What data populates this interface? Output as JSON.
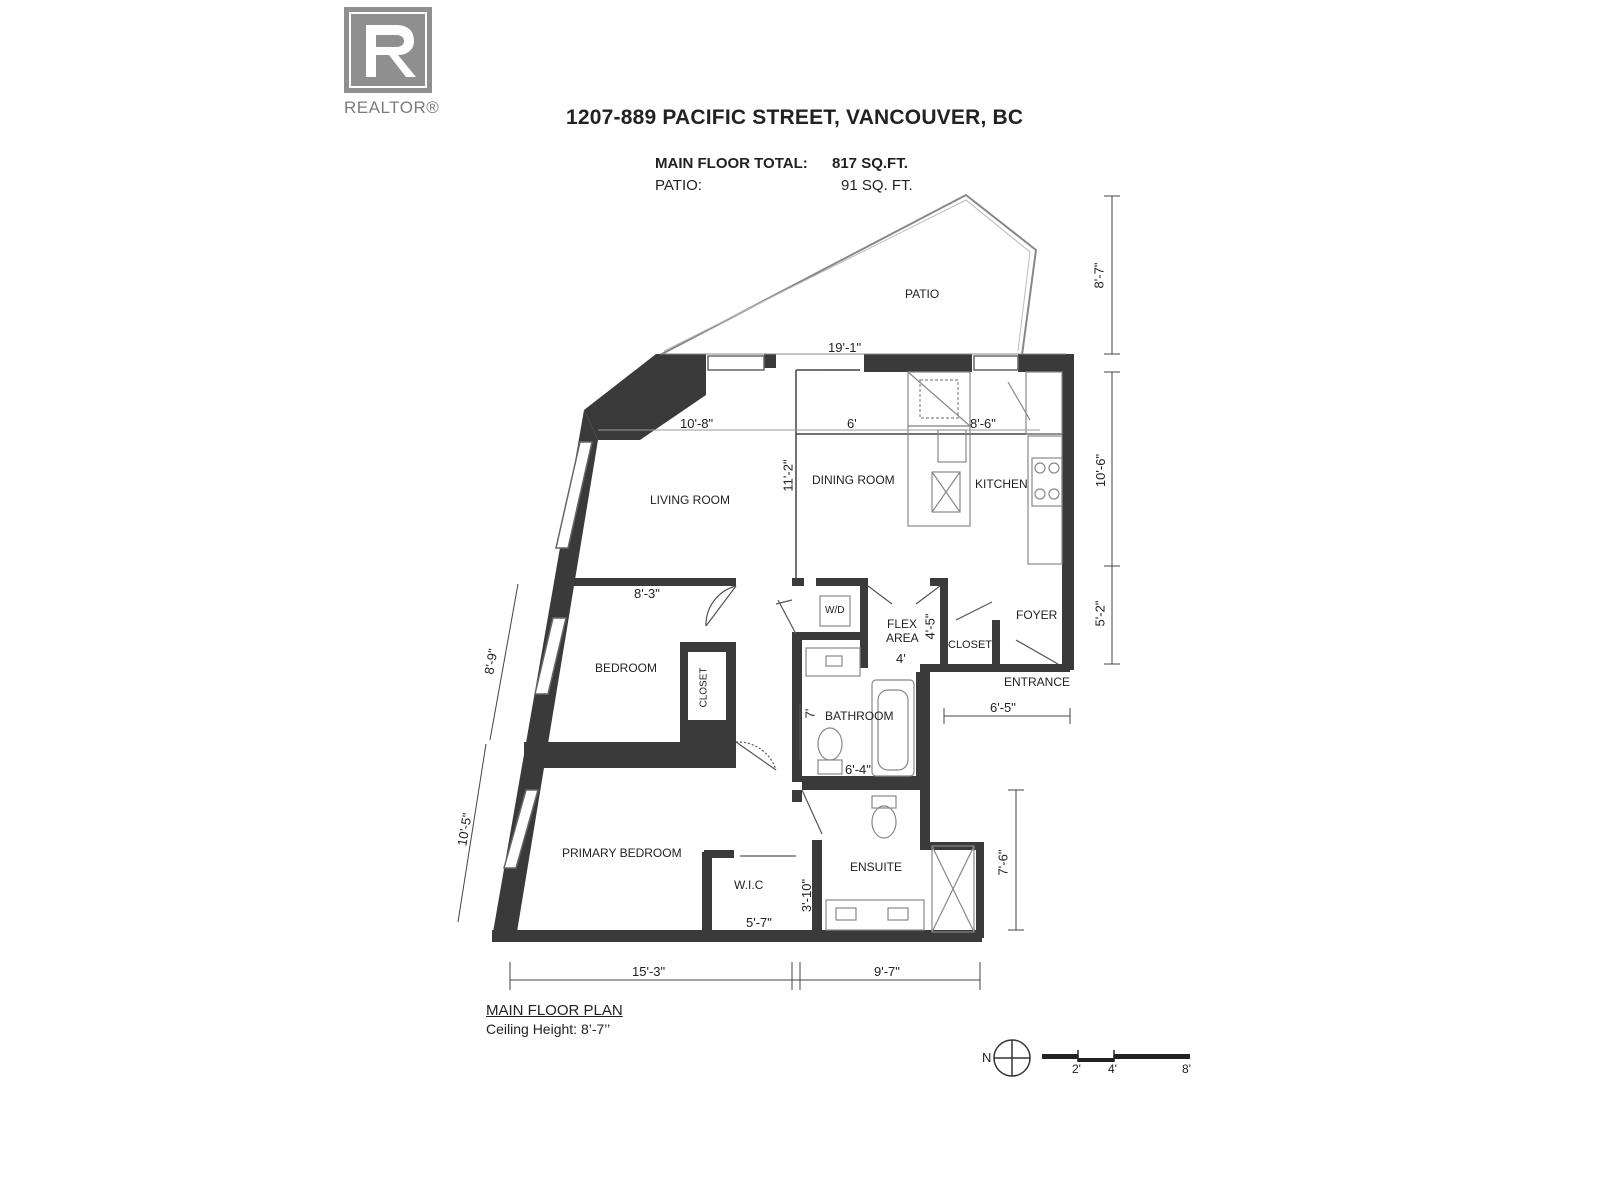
{
  "logo": {
    "letter": "R",
    "wordmark": "REALTOR®"
  },
  "header": {
    "title": "1207-889 PACIFIC STREET, VANCOUVER, BC",
    "areas": [
      {
        "label": "MAIN FLOOR TOTAL:",
        "value": "817 SQ.FT."
      },
      {
        "label": "PATIO:",
        "value": "91 SQ. FT."
      }
    ]
  },
  "rooms": {
    "patio": "PATIO",
    "living_room": "LIVING ROOM",
    "dining_room": "DINING ROOM",
    "kitchen": "KITCHEN",
    "flex_area_line1": "FLEX",
    "flex_area_line2": "AREA",
    "foyer": "FOYER",
    "closet_foyer": "CLOSET",
    "entrance": "ENTRANCE",
    "bedroom": "BEDROOM",
    "closet_bedroom": "CLOSET",
    "bathroom": "BATHROOM",
    "primary_bedroom": "PRIMARY BEDROOM",
    "wic": "W.I.C",
    "ensuite": "ENSUITE",
    "washer_dryer": "W/D"
  },
  "dimensions": {
    "patio_depth": "8'-7\"",
    "patio_width": "19'-1\"",
    "living_width": "10'-8\"",
    "dining_width": "6'",
    "kitchen_width": "8'-6\"",
    "dining_depth": "11'-2\"",
    "kitchen_depth": "10'-6\"",
    "foyer_depth": "5'-2\"",
    "flex_depth": "4'-5\"",
    "flex_width": "4'",
    "entrance_width": "6'-5\"",
    "bedroom_width": "8'-3\"",
    "bedroom_depth": "8'-9\"",
    "bathroom_depth": "7'",
    "bathroom_width": "6'-4\"",
    "primary_depth": "10'-5\"",
    "ensuite_depth": "7'-6\"",
    "wic_depth": "3'-10\"",
    "wic_width": "5'-7\"",
    "primary_width": "15'-3\"",
    "ensuite_width": "9'-7\""
  },
  "footer": {
    "plan_title": "MAIN FLOOR PLAN",
    "ceiling_height": "Ceiling Height: 8’-7’’",
    "north_label": "N",
    "scale_labels": [
      "2'",
      "4'",
      "8'"
    ]
  }
}
